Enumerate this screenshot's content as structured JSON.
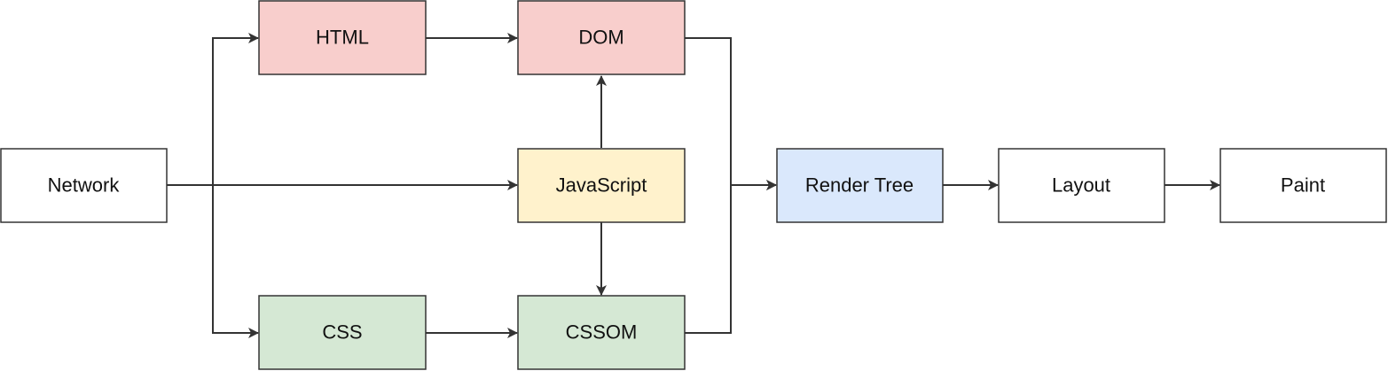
{
  "nodes": {
    "html": {
      "label": "HTML",
      "fill": "#f8cecc"
    },
    "dom": {
      "label": "DOM",
      "fill": "#f8cecc"
    },
    "network": {
      "label": "Network",
      "fill": "#ffffff"
    },
    "javascript": {
      "label": "JavaScript",
      "fill": "#fff2cc"
    },
    "css": {
      "label": "CSS",
      "fill": "#d5e8d4"
    },
    "cssom": {
      "label": "CSSOM",
      "fill": "#d5e8d4"
    },
    "render_tree": {
      "label": "Render Tree",
      "fill": "#dae8fc"
    },
    "layout": {
      "label": "Layout",
      "fill": "#ffffff"
    },
    "paint": {
      "label": "Paint",
      "fill": "#ffffff"
    }
  },
  "edges": [
    {
      "from": "network",
      "to": "html"
    },
    {
      "from": "network",
      "to": "javascript"
    },
    {
      "from": "network",
      "to": "css"
    },
    {
      "from": "html",
      "to": "dom"
    },
    {
      "from": "css",
      "to": "cssom"
    },
    {
      "from": "javascript",
      "to": "dom"
    },
    {
      "from": "javascript",
      "to": "cssom"
    },
    {
      "from": "dom",
      "to": "render_tree"
    },
    {
      "from": "cssom",
      "to": "render_tree"
    },
    {
      "from": "render_tree",
      "to": "layout"
    },
    {
      "from": "layout",
      "to": "paint"
    }
  ]
}
